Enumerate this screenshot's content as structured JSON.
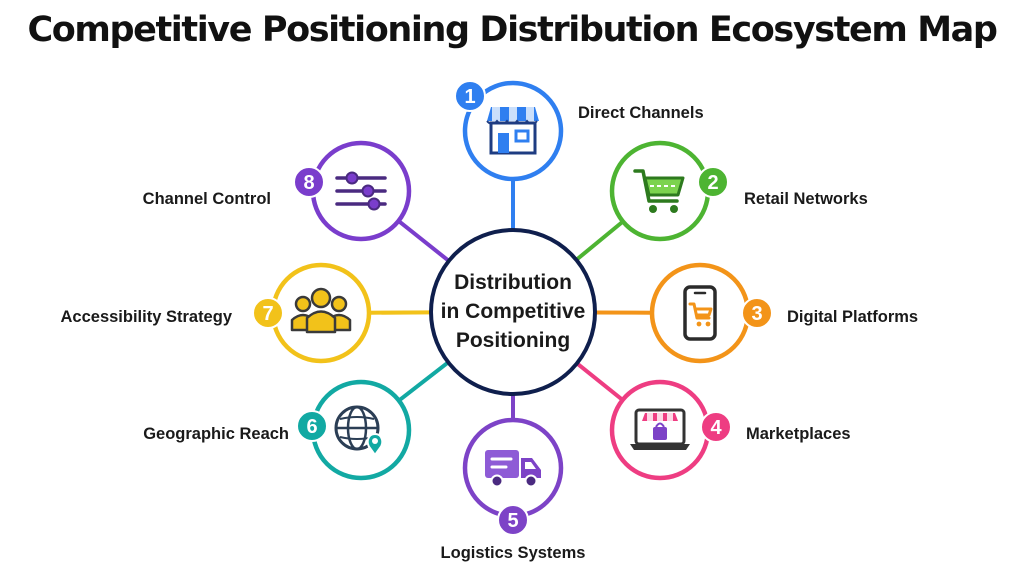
{
  "title": "Competitive Positioning Distribution Ecosystem Map",
  "center": {
    "lines": [
      "Distribution",
      "in Competitive",
      "Positioning"
    ],
    "color": "#0f1f4d"
  },
  "nodes": [
    {
      "number": "1",
      "label": "Direct Channels",
      "color": "#2f7ff0",
      "icon": "storefront-icon"
    },
    {
      "number": "2",
      "label": "Retail Networks",
      "color": "#4db432",
      "icon": "shopping-cart-icon"
    },
    {
      "number": "3",
      "label": "Digital Platforms",
      "color": "#f39419",
      "icon": "smartphone-cart-icon"
    },
    {
      "number": "4",
      "label": "Marketplaces",
      "color": "#ee3d82",
      "icon": "online-shop-icon"
    },
    {
      "number": "5",
      "label": "Logistics Systems",
      "color": "#7d43c7",
      "icon": "delivery-truck-icon"
    },
    {
      "number": "6",
      "label": "Geographic Reach",
      "color": "#12a9a3",
      "icon": "globe-pin-icon"
    },
    {
      "number": "7",
      "label": "Accessibility Strategy",
      "color": "#f2c21a",
      "icon": "people-group-icon"
    },
    {
      "number": "8",
      "label": "Channel Control",
      "color": "#7a3dcc",
      "icon": "sliders-icon"
    }
  ]
}
